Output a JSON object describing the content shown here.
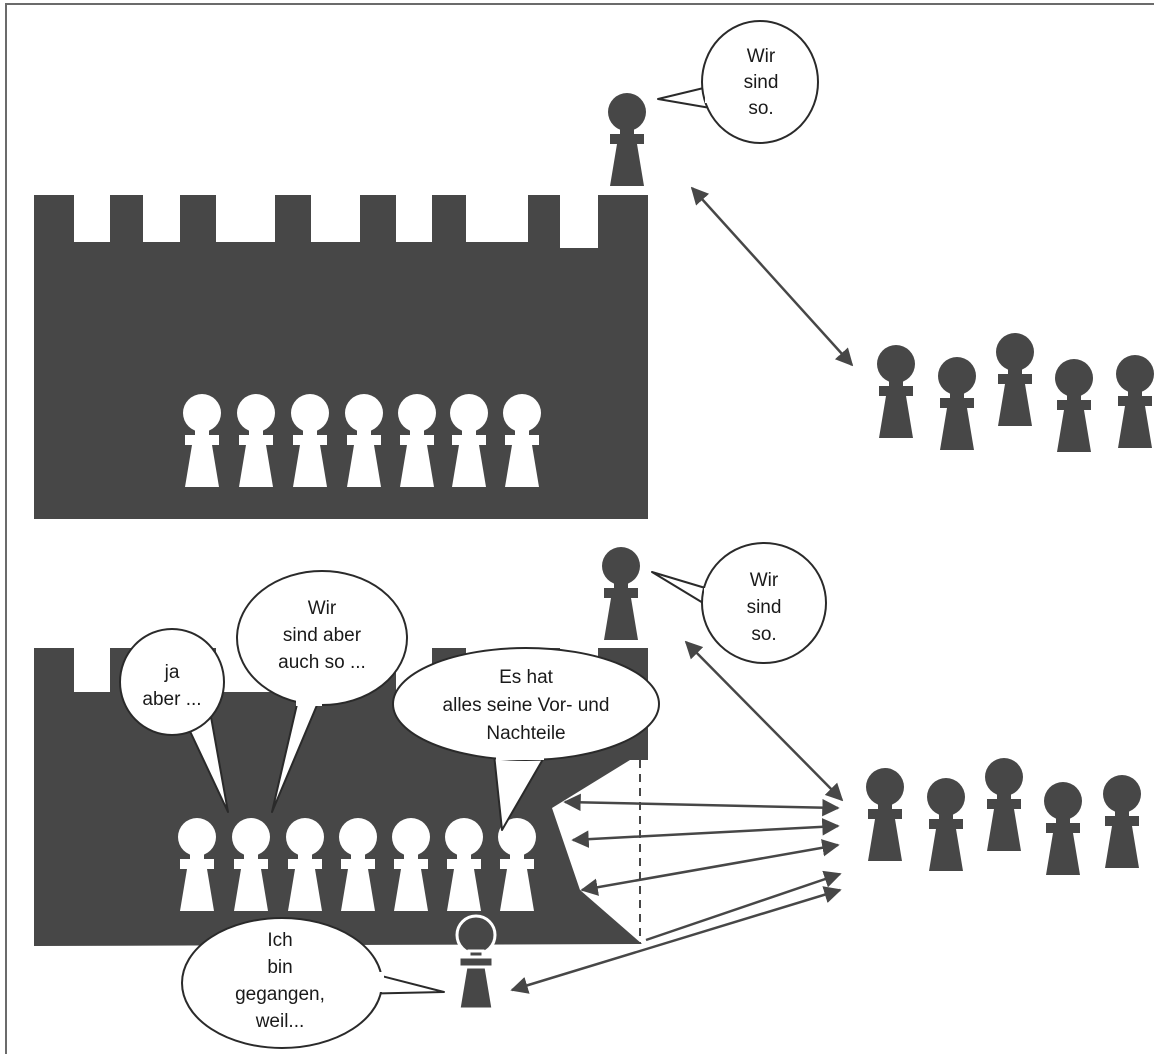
{
  "colors": {
    "wall": "#474747",
    "figure_dark": "#474747",
    "figure_light": "#ffffff",
    "line": "#474747",
    "frame": "#6b6b6b"
  },
  "icons": {
    "figure": "pawn-figure-icon"
  },
  "scene_top": {
    "leader_bubble": [
      "Wir",
      "sind",
      "so."
    ]
  },
  "scene_bottom": {
    "leader_bubble": [
      "Wir",
      "sind",
      "so."
    ],
    "bubble_ja_aber": [
      "ja",
      "aber ..."
    ],
    "bubble_wir_aber": [
      "Wir",
      "sind aber",
      "auch so ..."
    ],
    "bubble_vor_nachteile": [
      "Es hat",
      "alles seine Vor- und",
      "Nachteile"
    ],
    "bubble_gegangen": [
      "Ich",
      "bin",
      "gegangen,",
      "weil..."
    ]
  }
}
